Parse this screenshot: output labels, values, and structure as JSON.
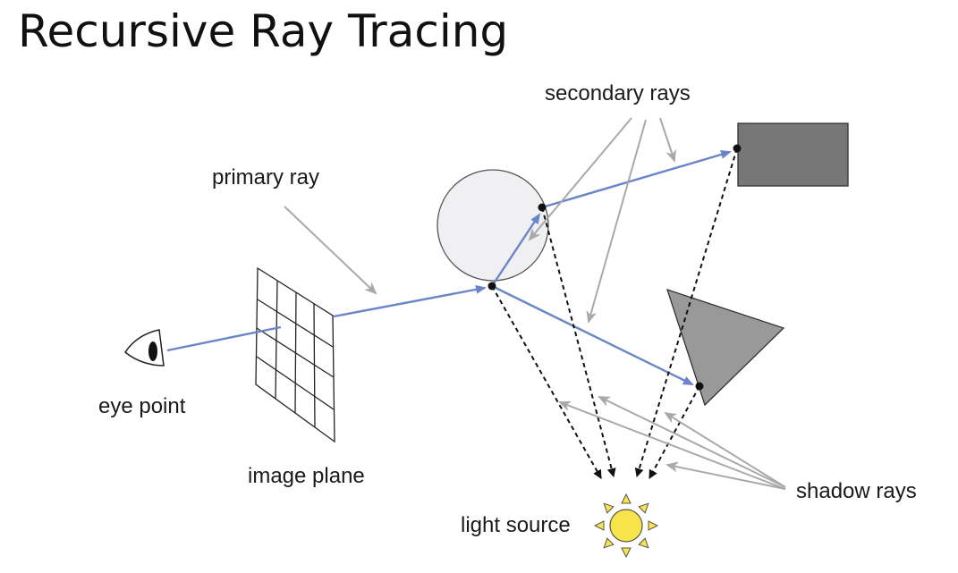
{
  "slide": {
    "title": "Recursive Ray Tracing"
  },
  "labels": {
    "secondary_rays": "secondary rays",
    "primary_ray": "primary ray",
    "eye_point": "eye point",
    "image_plane": "image plane",
    "shadow_rays": "shadow rays",
    "light_source": "light source"
  },
  "colors": {
    "ray": "#6a86c8",
    "pointer_arrow": "#a9a9a9",
    "shadow_ray": "#111111",
    "sphere_fill": "#f0f0f2",
    "rectangle_fill": "#777777",
    "triangle_fill": "#999999",
    "sun_fill": "#f7e34a"
  },
  "icons": [
    "eye-icon",
    "sun-icon"
  ]
}
